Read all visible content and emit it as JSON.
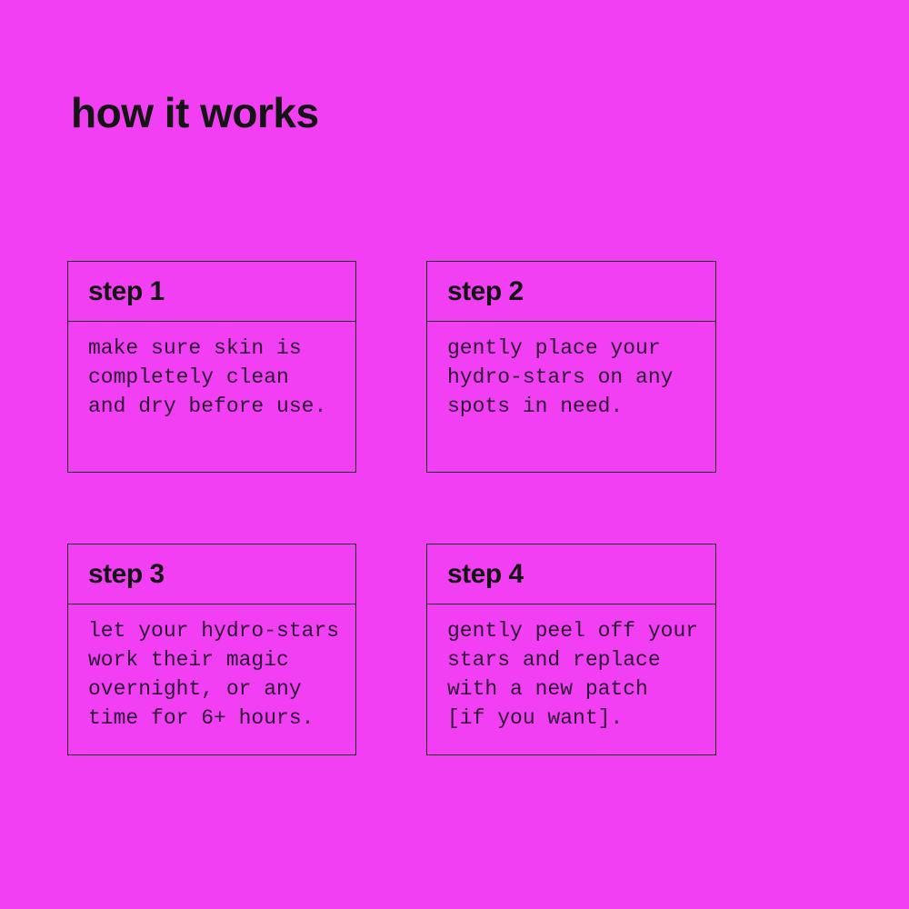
{
  "colors": {
    "background": "#F23FF4",
    "border": "#1A1A1A",
    "heading_text": "#141414",
    "body_text": "#2B1733"
  },
  "heading": "how it works",
  "steps": [
    {
      "title": "step 1",
      "body": "make sure skin is\ncompletely clean\nand dry before use."
    },
    {
      "title": "step 2",
      "body": "gently place your\nhydro-stars on any\nspots in need."
    },
    {
      "title": "step 3",
      "body": "let your hydro-stars\nwork their magic\novernight, or any\ntime for 6+ hours."
    },
    {
      "title": "step 4",
      "body": "gently peel off your\nstars and replace\nwith a new patch\n[if you want]."
    }
  ]
}
